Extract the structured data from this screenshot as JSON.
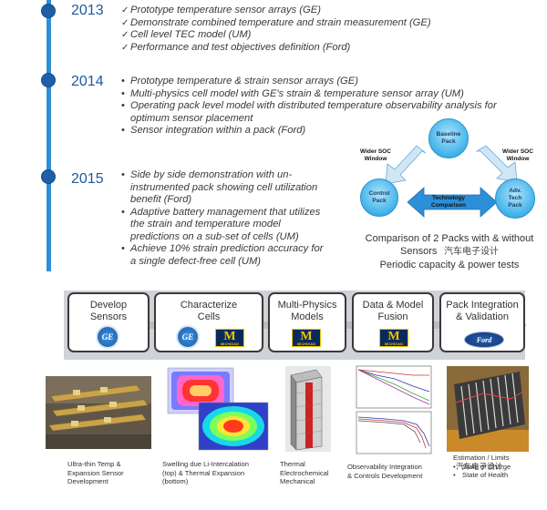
{
  "timeline": [
    {
      "year": "2013",
      "items": [
        [
          "Prototype temperature sensor arrays (GE)"
        ],
        [
          "Demonstrate combined temperature and strain measurement (GE)"
        ],
        [
          "Cell level TEC model (UM)"
        ],
        [
          "Performance and test objectives definition (Ford)"
        ]
      ]
    },
    {
      "year": "2014",
      "items": [
        [
          "Prototype temperature & strain sensor arrays (GE)"
        ],
        [
          "Multi-physics cell model with GE's strain & temperature sensor array (UM)"
        ],
        [
          "Operating pack level model with distributed temperature observability analysis for",
          "optimum sensor placement"
        ],
        [
          "Sensor integration within a pack (Ford)"
        ]
      ]
    },
    {
      "year": "2015",
      "items": [
        [
          "Side by side demonstration with un-",
          "instrumented pack showing cell utilization",
          "benefit (Ford)"
        ],
        [
          "Adaptive battery management that utilizes",
          "the strain and temperature model",
          "predictions on a sub-set of cells (UM)"
        ],
        [
          "Achieve 10% strain prediction accuracy for",
          "a single defect-free cell (UM)"
        ]
      ]
    }
  ],
  "diagram": {
    "baseline": [
      "Baseline",
      "Pack"
    ],
    "control": [
      "Control",
      "Pack"
    ],
    "advtech": [
      "Adv.",
      "Tech",
      "Pack"
    ],
    "wider_left": [
      "Wider SOC",
      "Window"
    ],
    "wider_right": [
      "Wider SOC",
      "Window"
    ],
    "comparison": [
      "Technology",
      "Comparison"
    ],
    "caption": [
      "Comparison of 2 Packs with & without",
      "Sensors",
      "Periodic capacity & power tests"
    ],
    "watermark": "汽车电子设计"
  },
  "process": [
    {
      "label": [
        "Develop",
        "Sensors"
      ]
    },
    {
      "label": [
        "Characterize",
        "Cells"
      ]
    },
    {
      "label": [
        "Multi-Physics",
        "Models"
      ]
    },
    {
      "label": [
        "Data & Model",
        "Fusion"
      ]
    },
    {
      "label": [
        "Pack Integration",
        "& Validation"
      ]
    }
  ],
  "logos": {
    "ge": "GE",
    "umich": "M",
    "umich_text": "MICHIGAN",
    "ford": "Ford"
  },
  "bottom": {
    "c1": [
      "Ultra-thin Temp &",
      "Expansion Sensor",
      "Development"
    ],
    "c2": [
      "Swelling due Li-Intercalation",
      "(top) & Thermal  Expansion",
      "(bottom)"
    ],
    "c3": [
      "Thermal",
      "Electrochemical",
      "Mechanical"
    ],
    "c4": [
      "Observability Integration",
      "& Controls Development"
    ],
    "c5": [
      "Estimation / Limits",
      "State of Charge",
      "State of Health"
    ],
    "watermark": "汽车电子设计"
  },
  "colors": {
    "timeline": "#2f8fd6",
    "dot": "#1e5fa8",
    "year": "#1d5aa0",
    "arrow": "#2c8fd8",
    "circle": "#3fb2ea"
  }
}
